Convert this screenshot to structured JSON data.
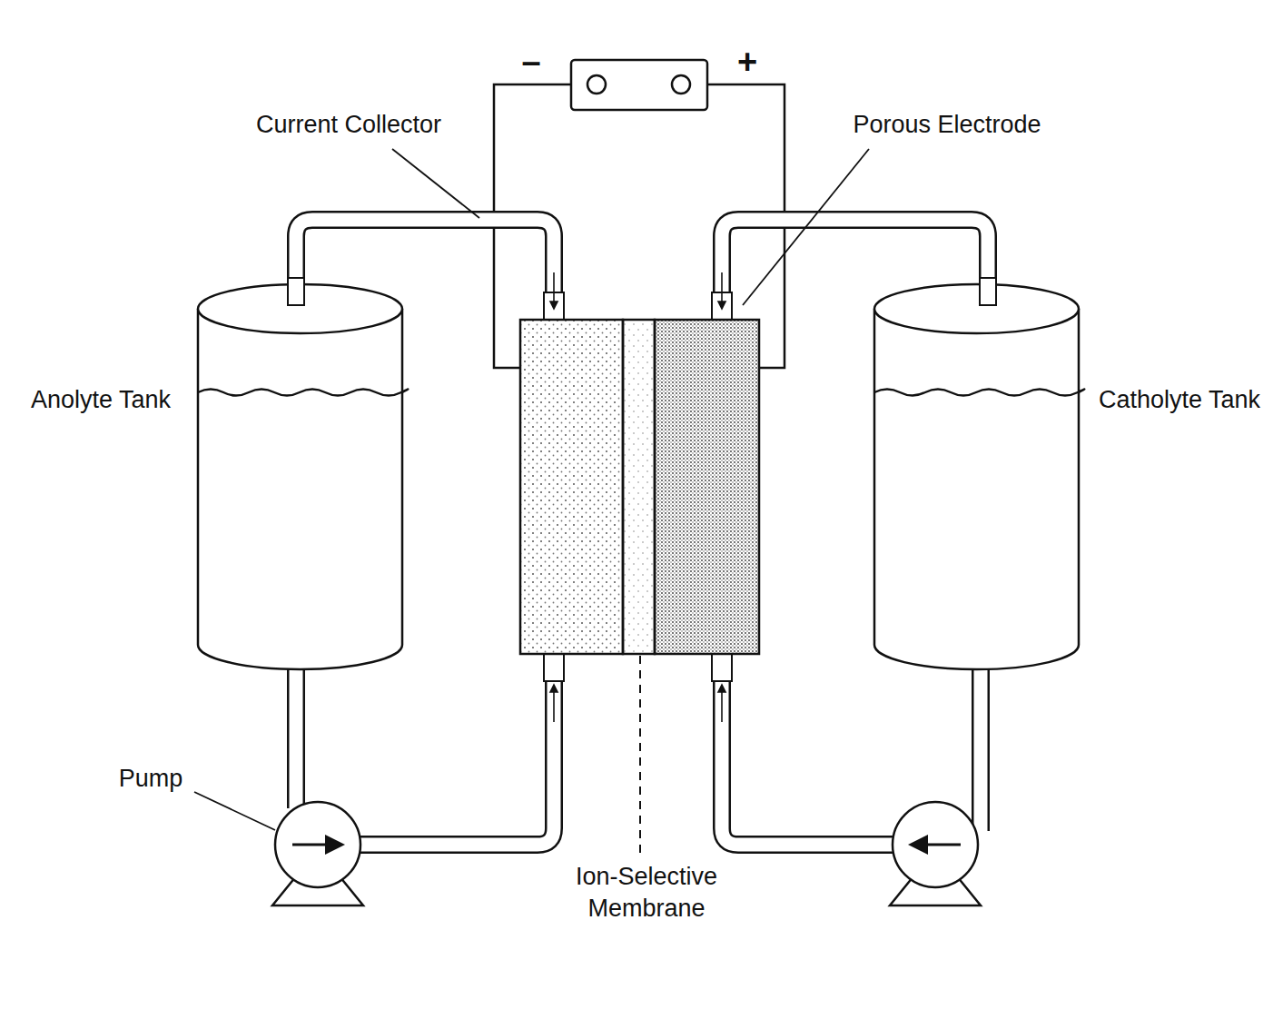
{
  "diagram": {
    "labels": [
      "–",
      "+",
      "Current Collector",
      "Porous Electrode",
      "Anolyte Tank",
      "Catholyte Tank",
      "Pump",
      "Ion-Selective Membrane"
    ]
  }
}
